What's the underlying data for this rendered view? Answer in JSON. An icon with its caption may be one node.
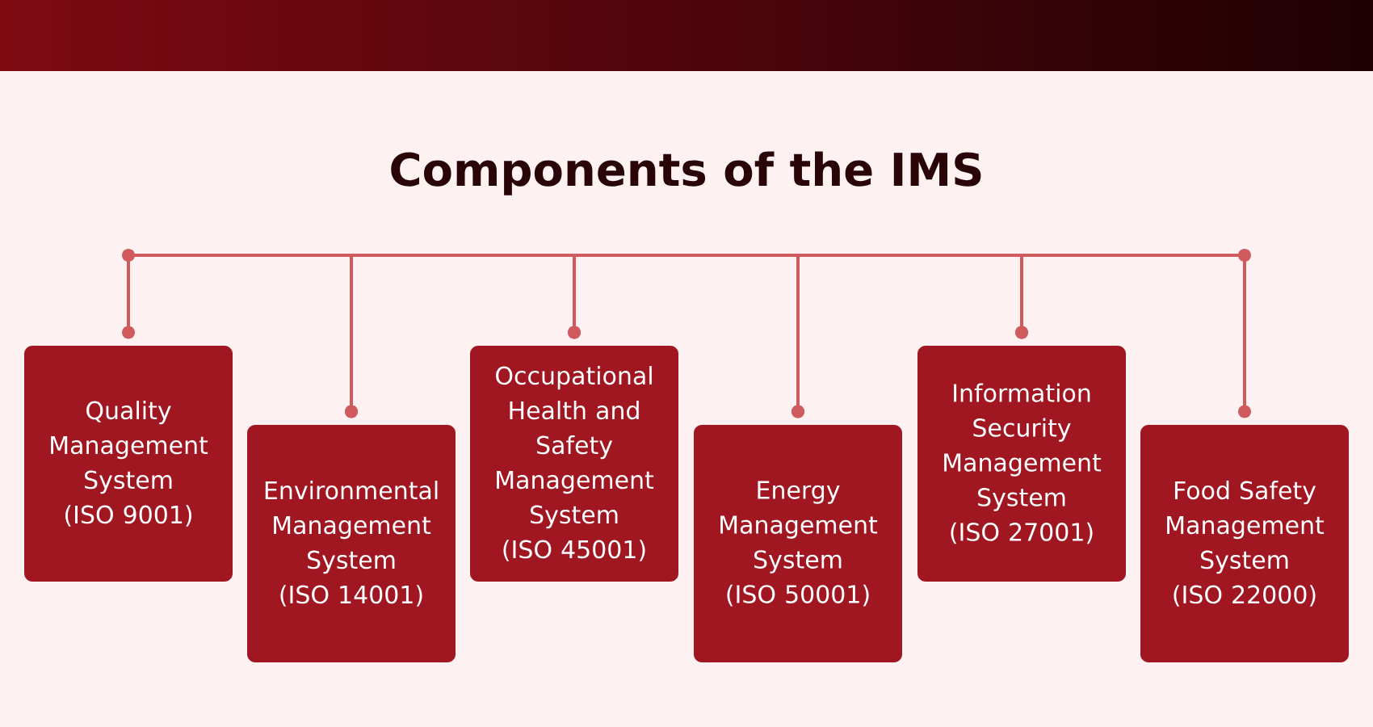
{
  "diagram": {
    "title": "Components of the IMS",
    "nodes": [
      {
        "text": [
          "Quality Management System",
          "(ISO 9001)"
        ]
      },
      {
        "text": [
          "Environmental Management System",
          "(ISO 14001)"
        ]
      },
      {
        "text": [
          "Occupational Health and Safety Management System",
          "(ISO 45001)"
        ]
      },
      {
        "text": [
          "Energy Management System",
          "(ISO 50001)"
        ]
      },
      {
        "text": [
          "Information Security Management System",
          "(ISO 27001)"
        ]
      },
      {
        "text": [
          "Food Safety Management System",
          "(ISO 22000)"
        ]
      }
    ],
    "edges": [
      {
        "from": 0,
        "to": 1,
        "arrow": "other"
      },
      {
        "from": 1,
        "to": 2,
        "arrow": "other"
      },
      {
        "from": 2,
        "to": 3,
        "arrow": "other"
      },
      {
        "from": 3,
        "to": 4,
        "arrow": "other"
      },
      {
        "from": 4,
        "to": 5,
        "arrow": "other"
      }
    ]
  }
}
